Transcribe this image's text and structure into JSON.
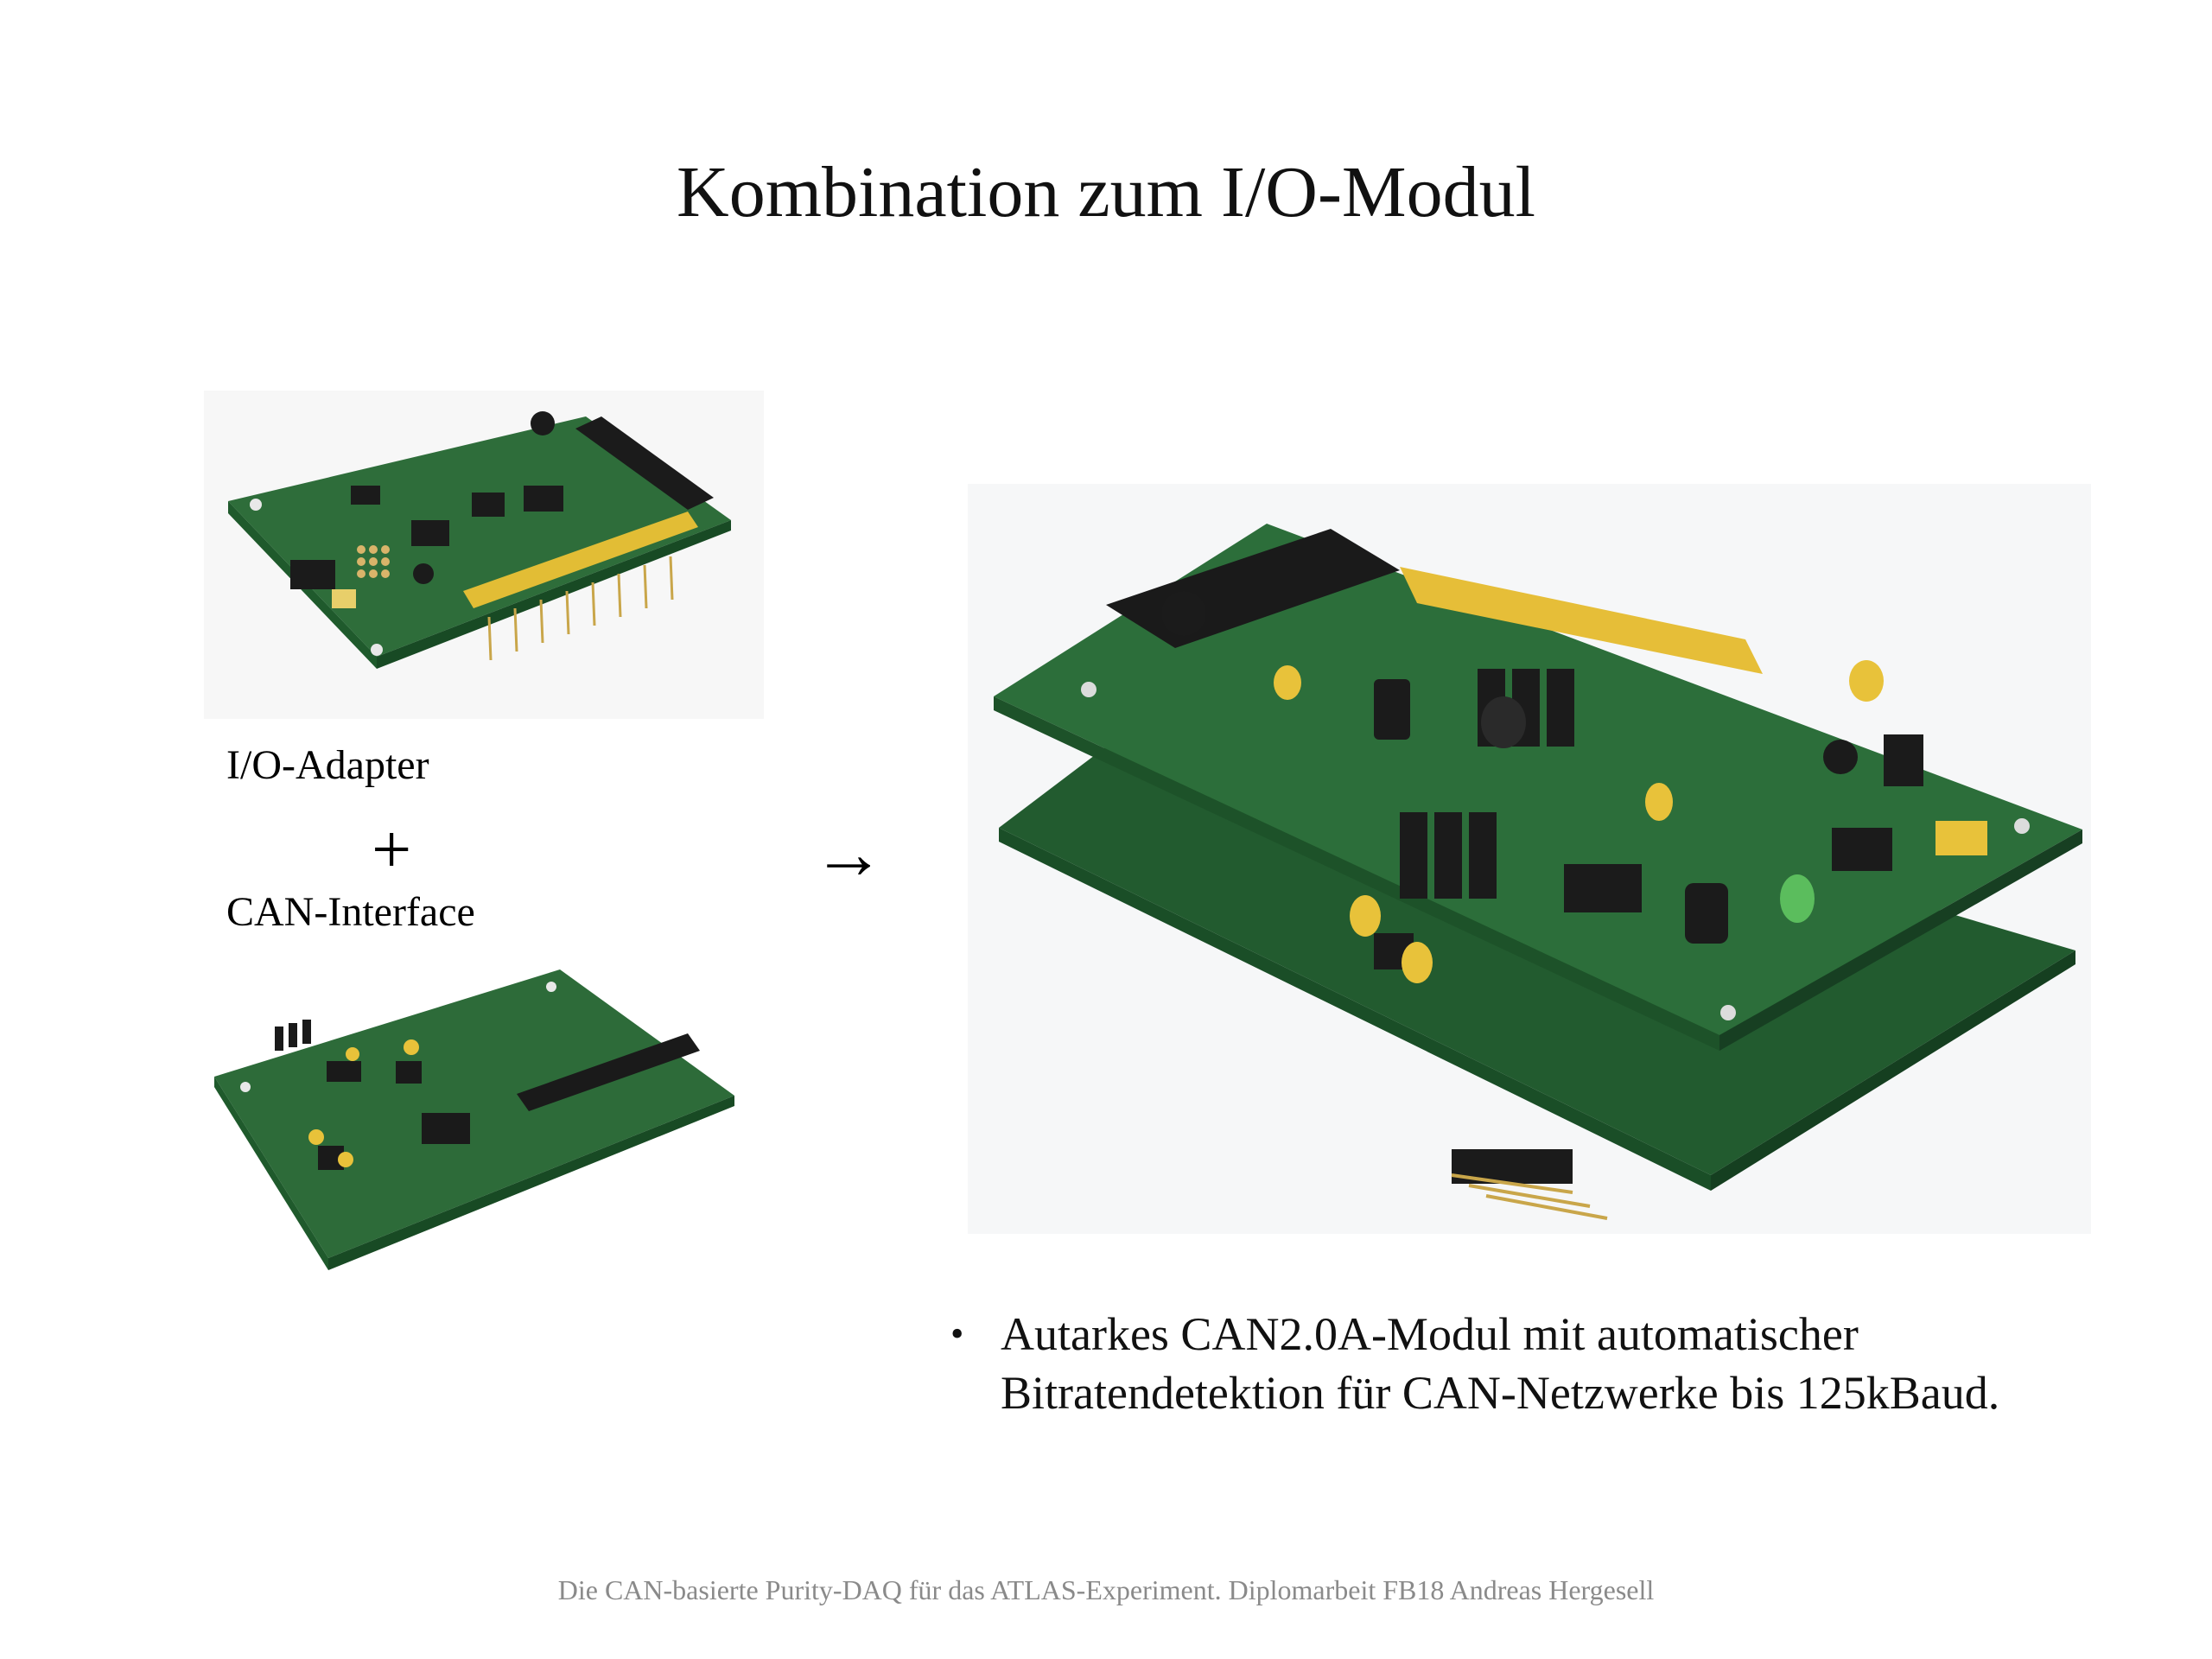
{
  "slide": {
    "title": "Kombination zum I/O-Modul",
    "left_labels": {
      "io_adapter": "I/O-Adapter",
      "plus": "+",
      "can_interface": "CAN-Interface"
    },
    "arrow": "→",
    "bullets": [
      {
        "marker": "•",
        "text": "Autarkes CAN2.0A-Modul mit automatischer Bitratendetektion für CAN-Netzwerke bis 125kBaud."
      }
    ],
    "footer": "Die CAN-basierte Purity-DAQ für das ATLAS-Experiment. Diplomarbeit FB18 Andreas Hergesell"
  },
  "images": {
    "io_adapter": "photo-pcb-io-adapter",
    "can_interface": "photo-pcb-can-interface",
    "io_module": "photo-pcb-stacked-io-module"
  },
  "colors": {
    "pcb_green": "#1f5a2c",
    "pcb_edge": "#3c7a44",
    "connector_yellow": "#e8c23a",
    "chip_black": "#1a1a1a",
    "footer_gray": "#8a8a8a"
  }
}
